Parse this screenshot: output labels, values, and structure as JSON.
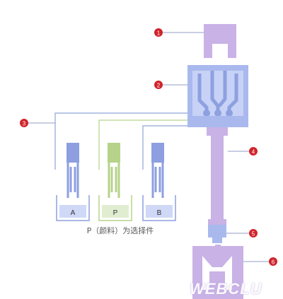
{
  "callouts": [
    {
      "num": "1",
      "color": "#d0242b"
    },
    {
      "num": "2",
      "color": "#d0242b"
    },
    {
      "num": "3",
      "color": "#d0242b"
    },
    {
      "num": "4",
      "color": "#d0242b"
    },
    {
      "num": "5",
      "color": "#d0242b"
    },
    {
      "num": "6",
      "color": "#d0242b"
    }
  ],
  "containers": [
    {
      "label": "A",
      "color": "#8d9fe0"
    },
    {
      "label": "P",
      "color": "#b6d38a"
    },
    {
      "label": "B",
      "color": "#8d9fe0"
    }
  ],
  "caption": "P（颜料）为选择件",
  "watermark": "WEBCLU",
  "colors": {
    "purple": "#c9b2e6",
    "blue": "#a9b9ee",
    "green": "#bdd69a",
    "line": "#8fa4d6",
    "accent": "#d0242b"
  }
}
